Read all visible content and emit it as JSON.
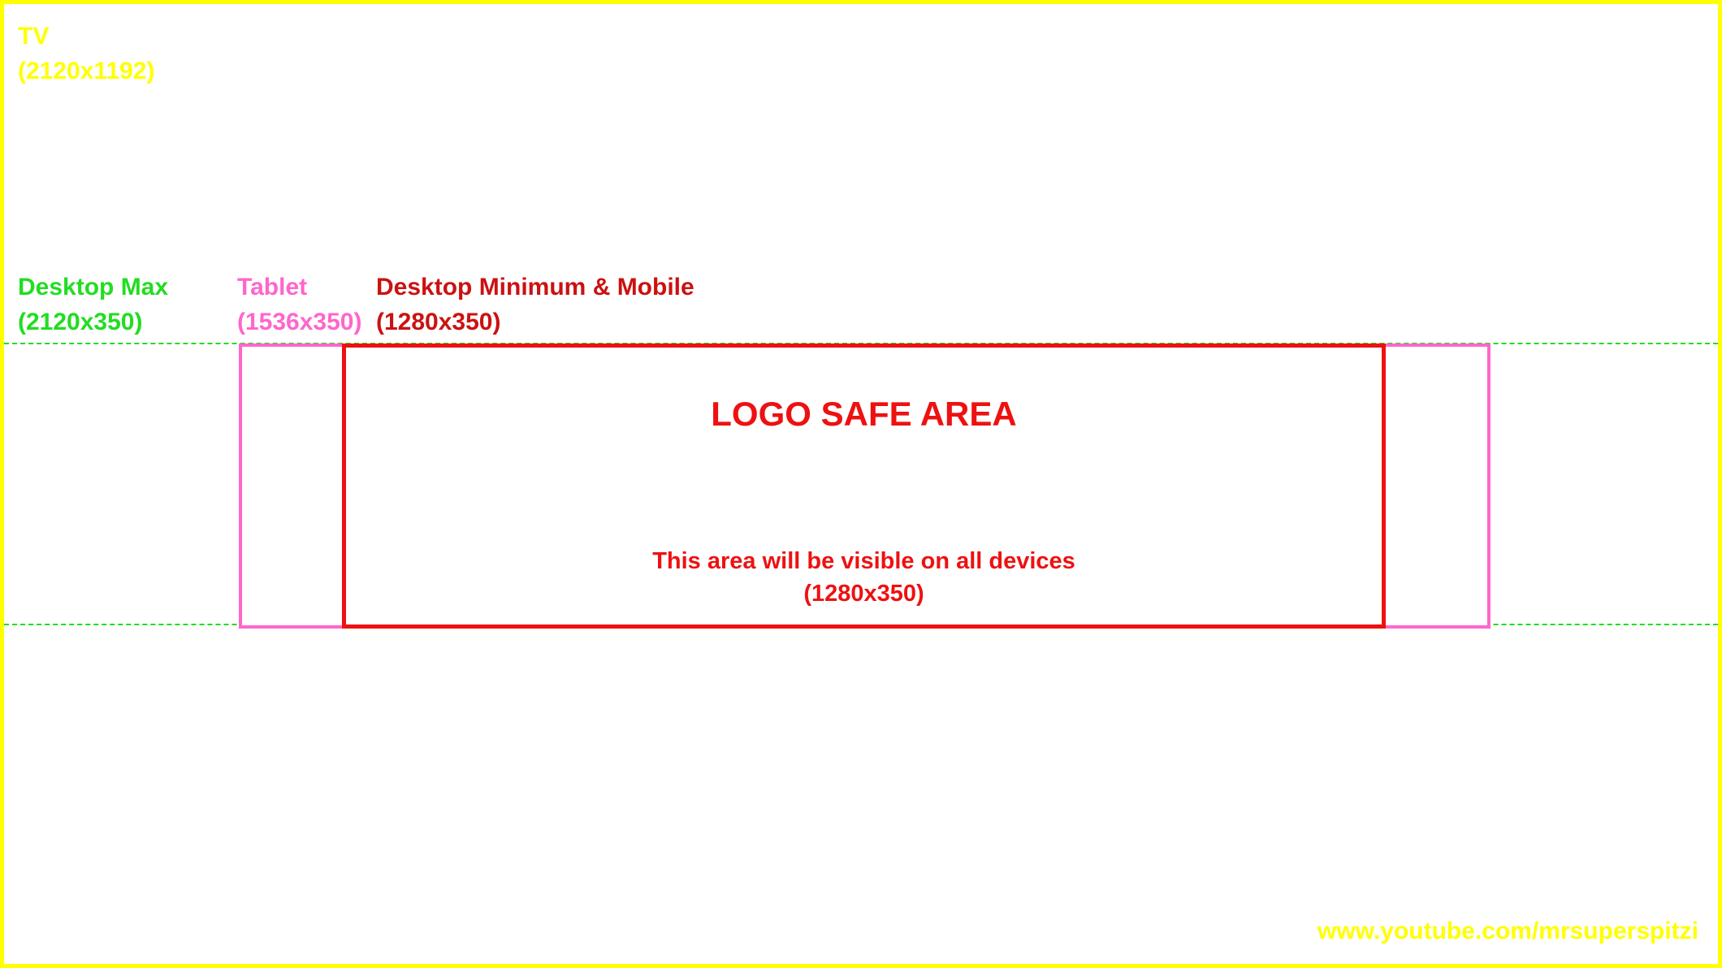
{
  "colors": {
    "tv": "#ffff00",
    "desktop_max": "#22dd22",
    "tablet": "#ff66cc",
    "desktop_min": "#cc1111",
    "safe_area": "#ee1111"
  },
  "tv": {
    "name": "TV",
    "size": "(2120x1192)"
  },
  "desktop_max": {
    "name": "Desktop Max",
    "size": "(2120x350)"
  },
  "tablet": {
    "name": "Tablet",
    "size": "(1536x350)"
  },
  "desktop_min": {
    "name": "Desktop Minimum & Mobile",
    "size": "(1280x350)"
  },
  "safe_area": {
    "title": "LOGO SAFE AREA",
    "note": "This area will be visible on all devices",
    "size": "(1280x350)"
  },
  "watermark": "www.youtube.com/mrsuperspitzi"
}
